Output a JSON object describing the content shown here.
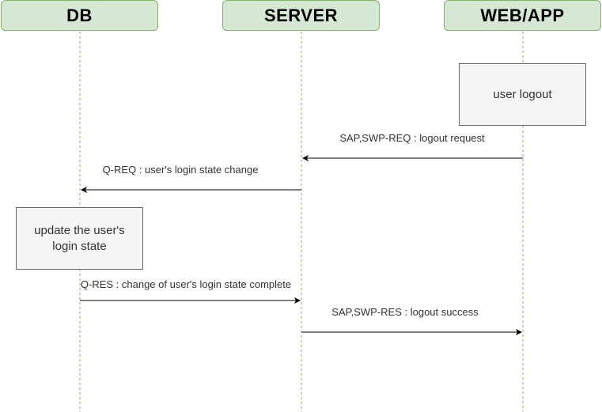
{
  "participants": {
    "db": "DB",
    "server": "SERVER",
    "web_app": "WEB/APP"
  },
  "notes": {
    "user_logout": "user logout",
    "update_login_state": "update the user's login state"
  },
  "messages": [
    {
      "from": "WEB/APP",
      "to": "SERVER",
      "label": "SAP,SWP-REQ : logout request"
    },
    {
      "from": "SERVER",
      "to": "DB",
      "label": "Q-REQ : user's login state change"
    },
    {
      "from": "DB",
      "to": "SERVER",
      "label": "Q-RES : change of user's login state complete"
    },
    {
      "from": "SERVER",
      "to": "WEB/APP",
      "label": "SAP,SWP-RES : logout success"
    }
  ],
  "colors": {
    "participant_fill": "#d5e8d4",
    "participant_border": "#82b366",
    "lifeline": "#82b366",
    "note_fill": "#f5f5f5",
    "note_border": "#666666",
    "arrow": "#000000"
  }
}
